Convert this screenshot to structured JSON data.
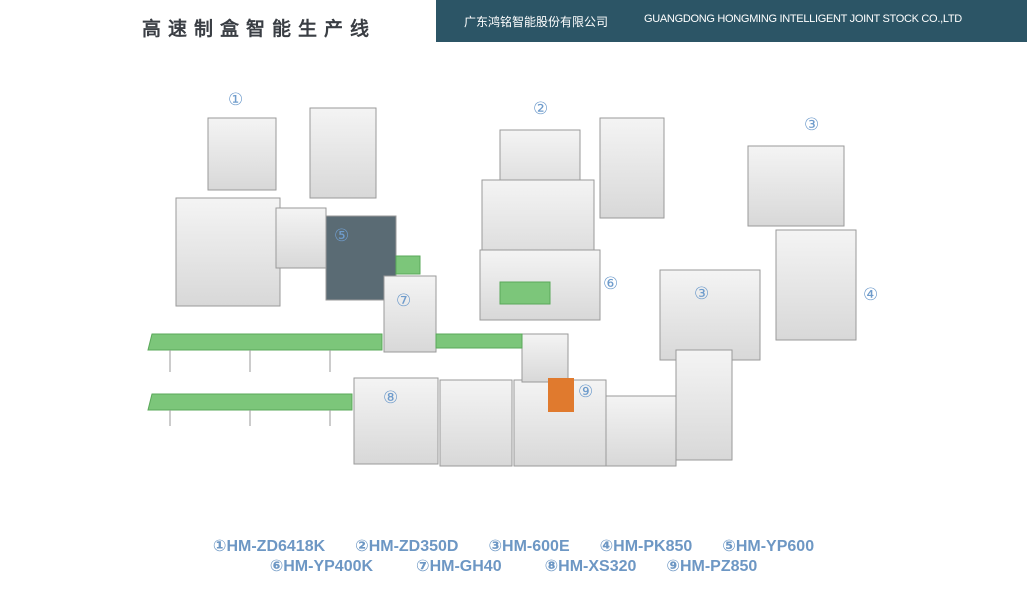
{
  "header": {
    "title": "高速制盒智能生产线",
    "company_cn": "广东鸿铭智能股份有限公司",
    "company_en": "GUANGDONG HONGMING INTELLIGENT JOINT STOCK CO.,LTD"
  },
  "colors": {
    "header_band": "#2c5566",
    "model_text": "#6d97c4",
    "conveyor": "#7cc67a"
  },
  "callouts": [
    "①",
    "②",
    "③",
    "④",
    "⑤",
    "⑥",
    "⑦",
    "⑧",
    "⑨"
  ],
  "models": {
    "row1": [
      "①HM-ZD6418K",
      "②HM-ZD350D",
      "③HM-600E",
      "④HM-PK850",
      "⑤HM-YP600"
    ],
    "row2": [
      "⑥HM-YP400K",
      "⑦HM-GH40",
      "⑧HM-XS320",
      "⑨HM-PZ850"
    ]
  }
}
